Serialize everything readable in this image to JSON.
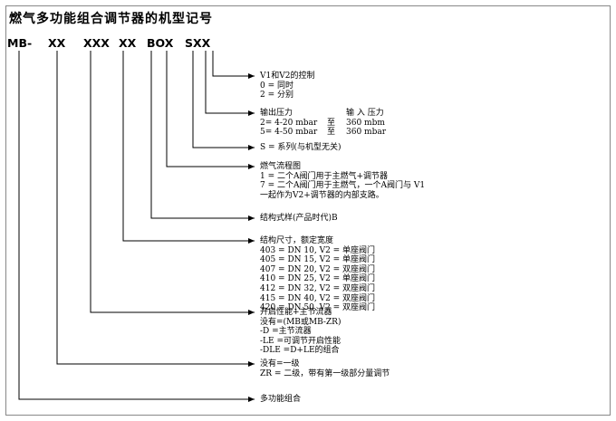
{
  "title": "燃气多功能组合调节器的机型记号",
  "code_segments": [
    "MB-",
    "XX",
    "XXX",
    "XX",
    "BOX",
    "SXX"
  ],
  "sections": {
    "v12": {
      "title": "V1和V2的控制",
      "lines": [
        "0 = 同时",
        "2 = 分别"
      ]
    },
    "outlet": {
      "title": "输出压力",
      "inlet_title": "输 入 压力",
      "rows": [
        {
          "out": "2= 4-20 mbar",
          "to": "至",
          "in": "360 mbm"
        },
        {
          "out": "5= 4-50 mbar",
          "to": "至",
          "in": "360 mbar"
        }
      ]
    },
    "series": {
      "title": "S = 系列(与机型无关)"
    },
    "flow": {
      "title": "燃气流程图",
      "lines": [
        "1 = 二个A阀门用于主燃气+调节器",
        "7 = 二个A阀门用于主燃气，一个A阀门与 V1",
        "一起作为V2+调节器的内部支路。"
      ]
    },
    "structure": {
      "title": "结构式样(产品时代)B"
    },
    "size": {
      "title": "结构尺寸，额定宽度",
      "lines": [
        "403 = DN 10, V2 = 单座阀门",
        "405 = DN 15, V2 = 单座阀门",
        "407 = DN 20, V2 = 双座阀门",
        "410 = DN 25, V2 = 单座阀门",
        "412 = DN 32, V2 = 双座阀门",
        "415 = DN 40, V2 = 双座阀门",
        "420 = DN 50, V2 = 双座阀门"
      ]
    },
    "opening": {
      "title": "开启性能+主节流器",
      "lines": [
        "没有=(MB或MB-ZR)",
        "-D    =主节流器",
        "-LE    =可调节开启性能",
        "-DLE =D+LE的组合"
      ]
    },
    "stage": {
      "title": "没有=一级",
      "lines": [
        "ZR  = 二级，带有第一级部分量调节"
      ]
    },
    "multi": {
      "title": "多功能组合"
    }
  }
}
